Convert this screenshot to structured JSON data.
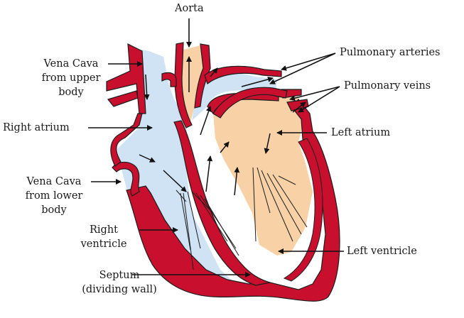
{
  "labels": {
    "aorta": "Aorta",
    "pulmonary_arteries": "Pulmonary arteries",
    "vena_cava_upper": "Vena Cava\nfrom upper\nbody",
    "pulmonary_veins": "Pulmonary veins",
    "right_atrium": "Right atrium",
    "left_atrium": "Left atrium",
    "vena_cava_lower": "Vena Cava\nfrom lower\nbody",
    "right_ventricle": "Right\nventricle",
    "left_ventricle": "Left ventricle",
    "septum": "Septum\n(dividing wall)"
  },
  "colors": {
    "muscle": "#c8102e",
    "muscle_outline": "#1c1c1c",
    "deoxygenated": "#cfe3f5",
    "oxygenated": "#f8d2a6",
    "arrow": "#111111"
  }
}
